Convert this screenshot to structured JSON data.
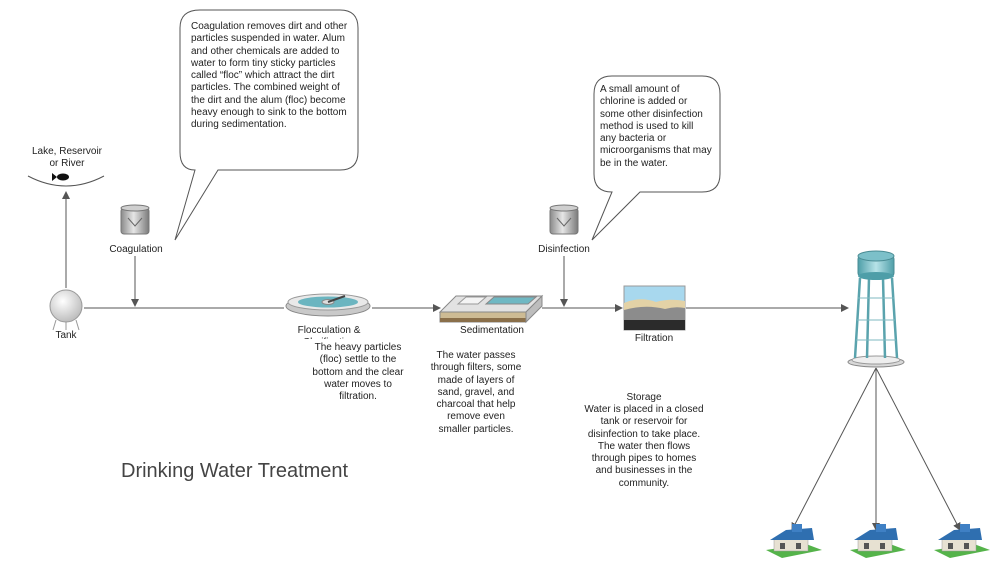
{
  "title": "Drinking Water Treatment",
  "labels": {
    "lake": "Lake, Reservoir or River",
    "tank": "Tank",
    "coagulation": "Coagulation",
    "flocculation": "Flocculation & Clarification",
    "sedimentation": "Sedimentation",
    "disinfection": "Disinfection",
    "filtration": "Filtration"
  },
  "descriptions": {
    "coagulation": "Coagulation removes dirt and other particles suspended in water. Alum and other chemicals are added to water to form tiny sticky particles called “floc” which attract the dirt particles. The combined weight of the dirt and the alum (floc) become heavy enough to sink to the bottom during sedimentation.",
    "disinfection": "A small amount of chlorine is added or some other disinfection method is used to kill any bacteria or microorganisms that may be in the water.",
    "sedimentation": "The heavy particles (floc) settle to the bottom and the clear water moves to filtration.",
    "filtration": "The water passes through filters, some made of layers of sand, gravel, and charcoal that help remove even smaller particles.",
    "storage_title": "Storage",
    "storage": "Water is placed in a closed tank or reservoir for disinfection to take place. The water then flows through pipes to homes and businesses in the community."
  },
  "colors": {
    "line": "#555555",
    "house_roof": "#2f6fb0",
    "grass": "#55b34a",
    "tower": "#6fb7c2"
  }
}
